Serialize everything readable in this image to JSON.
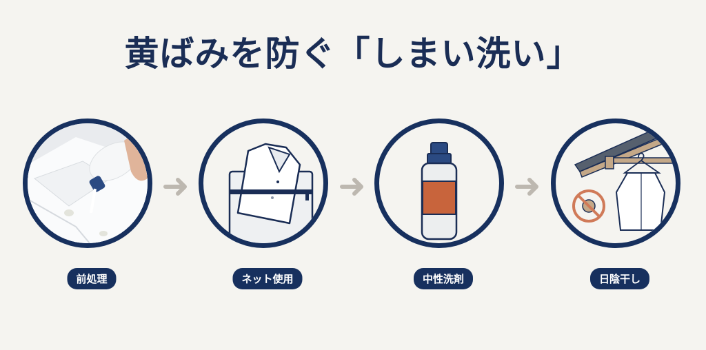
{
  "title": "黄ばみを防ぐ「しまい洗い」",
  "steps": [
    {
      "label": "前処理",
      "icon": "pretreatment-bottle-on-collar"
    },
    {
      "label": "ネット使用",
      "icon": "shirt-in-laundry-net"
    },
    {
      "label": "中性洗剤",
      "icon": "neutral-detergent-bottle"
    },
    {
      "label": "日陰干し",
      "icon": "shade-drying-no-sun"
    }
  ],
  "colors": {
    "navy": "#17305e",
    "background": "#f5f4f0",
    "arrow": "#bdb8b0",
    "label_orange": "#c8643c",
    "roof_tan": "#c4a888"
  }
}
